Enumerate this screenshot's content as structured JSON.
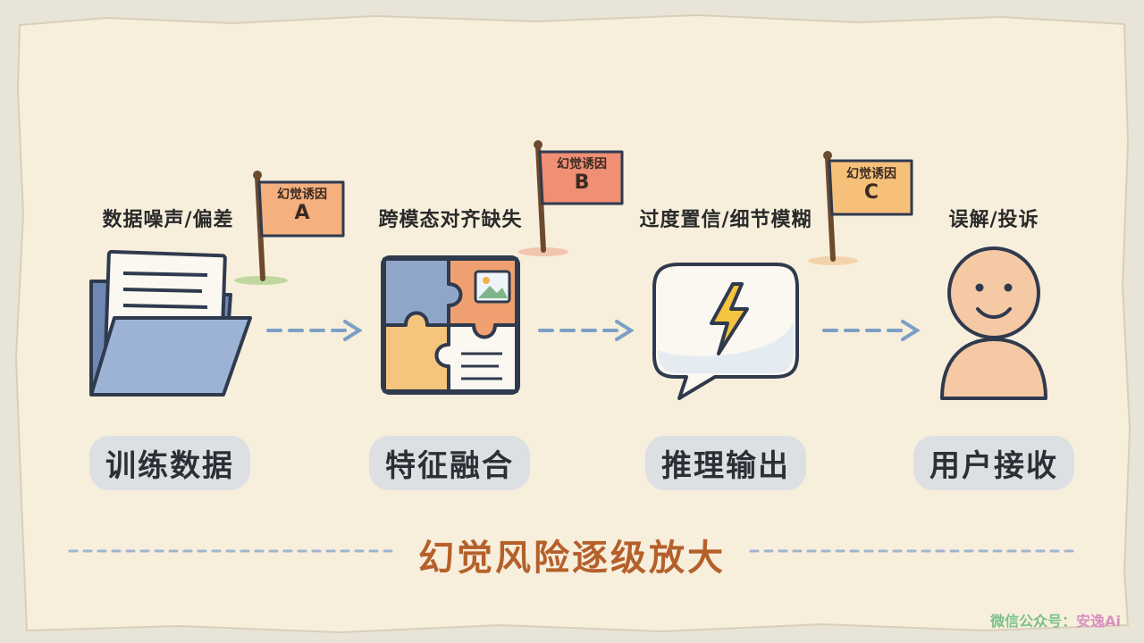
{
  "stages": [
    {
      "name": "训练数据",
      "cause": "数据噪声/偏差",
      "flag": {
        "title": "幻觉诱因",
        "letter": "A"
      }
    },
    {
      "name": "特征融合",
      "cause": "跨模态对齐缺失",
      "flag": {
        "title": "幻觉诱因",
        "letter": "B"
      }
    },
    {
      "name": "推理输出",
      "cause": "过度置信/细节模糊",
      "flag": {
        "title": "幻觉诱因",
        "letter": "C"
      }
    },
    {
      "name": "用户接收",
      "cause": "误解/投诉"
    }
  ],
  "footer": {
    "title": "幻觉风险逐级放大"
  },
  "watermark": {
    "prefix": "微信公众号：",
    "name": "安逸Ai"
  },
  "colors": {
    "paper": "#f7efdc",
    "flagA": "#f4b07e",
    "flagB": "#ef8f74",
    "flagC": "#f6c07a",
    "arrow": "#7c9fc6",
    "footerTitle": "#b5602b",
    "stagePill": "#dde0e2"
  },
  "icons": [
    "folder-icon",
    "puzzle-icon",
    "speech-bubble-lightning-icon",
    "person-icon",
    "flag-icon",
    "image-icon"
  ]
}
